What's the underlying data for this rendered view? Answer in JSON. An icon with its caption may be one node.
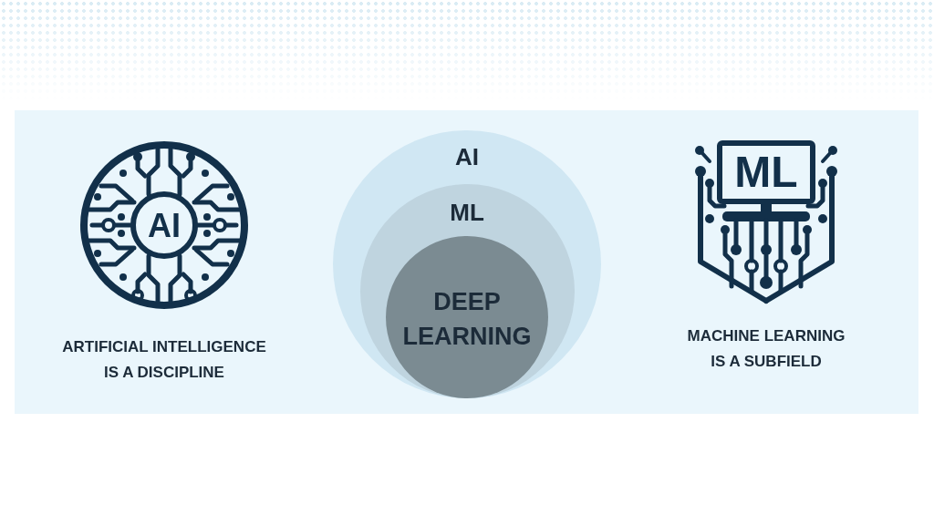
{
  "diagram": {
    "nodes": [
      {
        "text": [
          "AI"
        ],
        "beside": [
          "ARTIFICIAL INTELLIGENCE IS A DISCIPLINE"
        ]
      },
      {
        "text": [
          "AI"
        ]
      },
      {
        "text": [
          "ML"
        ],
        "in": 1
      },
      {
        "text": [
          "DEEP LEARNING"
        ],
        "in": 2
      },
      {
        "text": [
          "ML"
        ],
        "beside": [
          "MACHINE LEARNING IS A SUBFIELD"
        ]
      }
    ]
  }
}
